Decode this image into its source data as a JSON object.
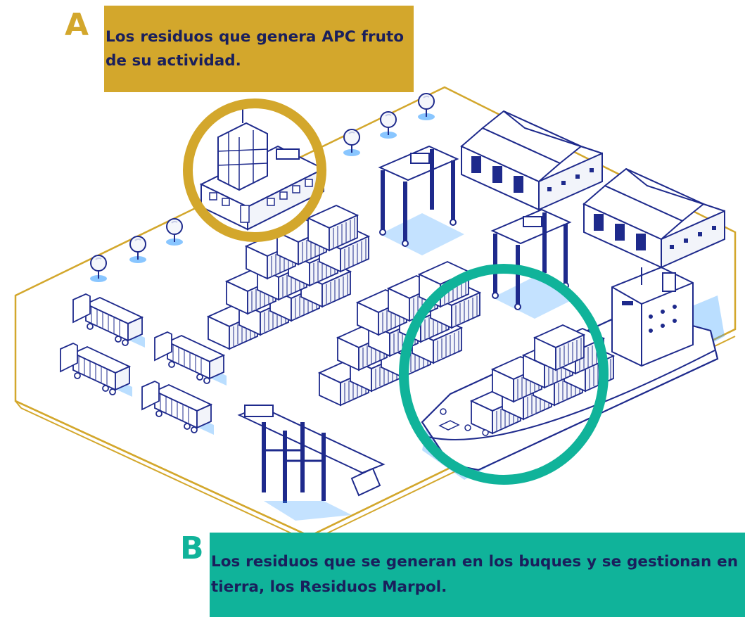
{
  "callouts": {
    "a": {
      "letter": "A",
      "text": "Los residuos que genera APC fruto de su actividad.",
      "color": "#d3a72c"
    },
    "b": {
      "letter": "B",
      "text": "Los residuos que se generan en los buques y se gestionan en tierra, los Residuos Marpol.",
      "color": "#10b39a"
    }
  },
  "illustration": {
    "line_color": "#1e2a8c",
    "platform_outline_color": "#d3a72c",
    "highlight_a_color": "#d3a72c",
    "highlight_b_color": "#10b39a",
    "elements": [
      "port-platform",
      "office-building",
      "trees",
      "warehouses",
      "gantry-cranes",
      "container-stacks",
      "trucks",
      "ship-to-shore-crane",
      "container-ship"
    ]
  }
}
